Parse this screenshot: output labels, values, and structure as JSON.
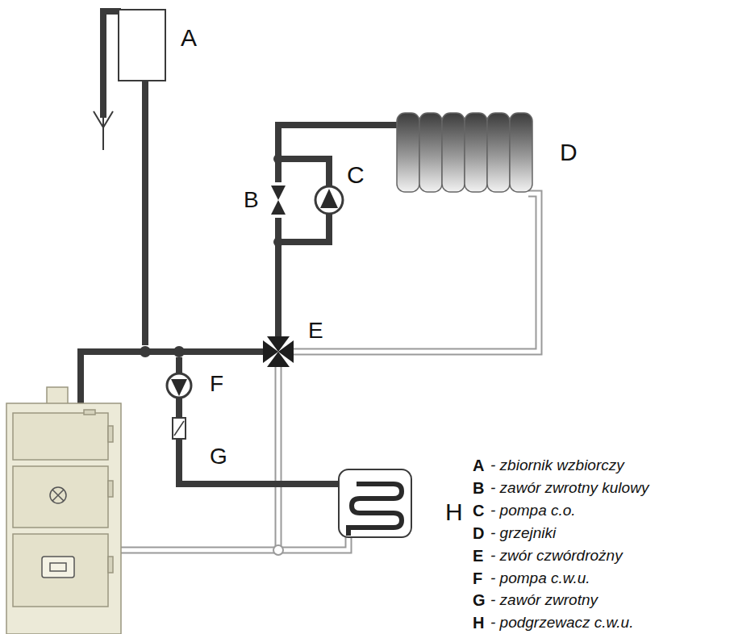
{
  "diagram": {
    "labels": [
      "A",
      "D",
      "C",
      "B",
      "E",
      "F",
      "G",
      "H",
      "A",
      "- zbiornik wzbiorczy",
      "B",
      "- zawór zwrotny kulowy",
      "C",
      "- pompa c.o.",
      "D",
      "- grzejniki",
      "E",
      "- zwór czwórdrożny",
      "F",
      "- pompa c.w.u.",
      "G",
      "- zawór zwrotny",
      "H",
      "- podgrzewacz c.w.u."
    ]
  }
}
